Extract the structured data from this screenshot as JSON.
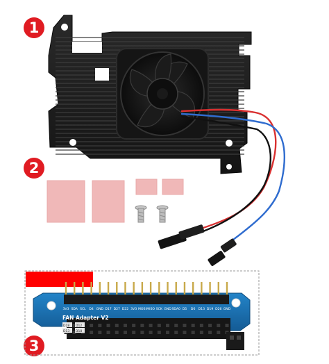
{
  "steps": {
    "step1": "1",
    "step2": "2",
    "step3": "3"
  },
  "board": {
    "title": "FAN Adapter V2",
    "pin_labels": [
      "3V3",
      "SDA",
      "SCL",
      "D4",
      "GND",
      "D17",
      "D27",
      "D22",
      "3V3",
      "MOSI",
      "MISO",
      "SCK",
      "GND",
      "SDA0",
      "D5",
      "D6",
      "D13",
      "D19",
      "D26",
      "GND"
    ],
    "chip_labels": [
      "D18",
      "D12",
      "D13",
      "D18"
    ],
    "pin_count": 20
  },
  "items": {
    "thermal_pads_large": 2,
    "thermal_pads_small": 2,
    "screws": 2
  },
  "colors": {
    "badge": "#e01b22",
    "heatsink": "#1e1e1e",
    "thermal_pad": "#f0b8b8",
    "pcb": "#1a6fb0",
    "header": "#1a1a1a",
    "wire_red": "#d93030",
    "wire_blue": "#2f6ccf",
    "wire_black": "#111111",
    "label_bar": "#ff0000"
  }
}
